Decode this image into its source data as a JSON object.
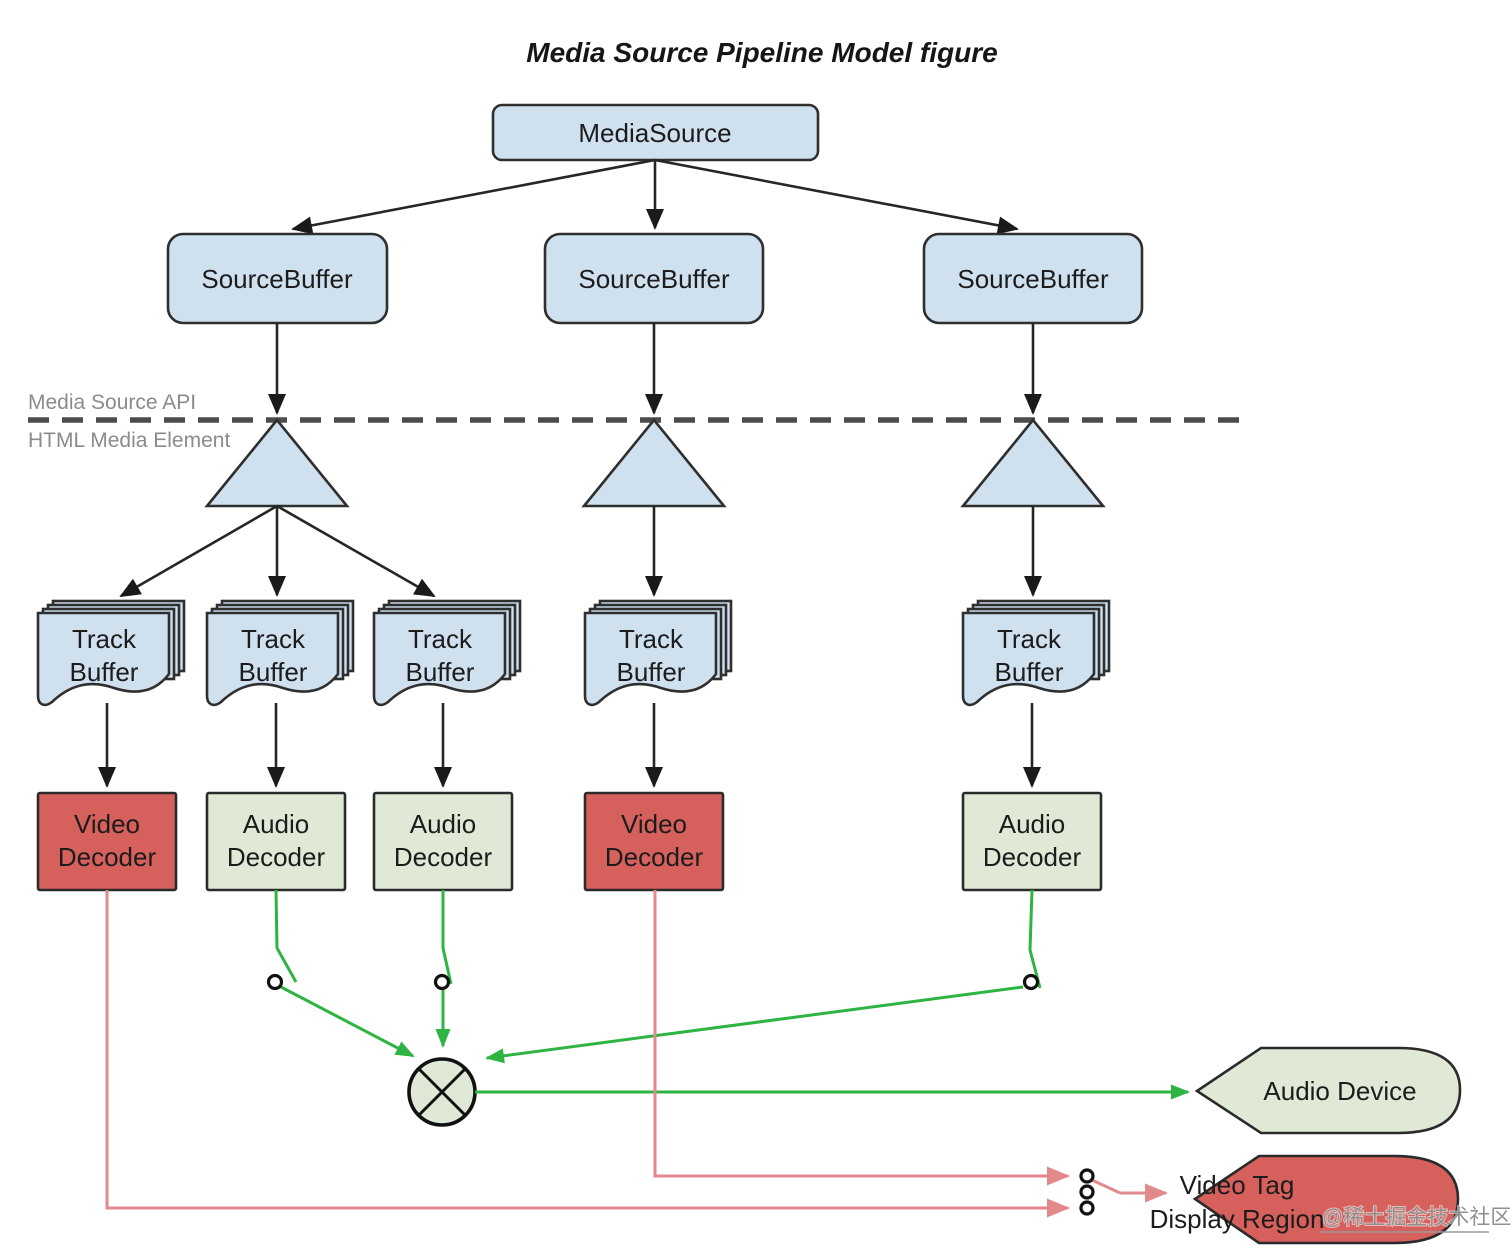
{
  "title": "Media Source Pipeline Model figure",
  "boundary": {
    "above_label": "Media Source API",
    "below_label": "HTML Media Element"
  },
  "nodes": {
    "media_source": "MediaSource",
    "source_buffer": "SourceBuffer",
    "track_buffer": {
      "line1": "Track",
      "line2": "Buffer"
    },
    "video_decoder": {
      "line1": "Video",
      "line2": "Decoder"
    },
    "audio_decoder": {
      "line1": "Audio",
      "line2": "Decoder"
    },
    "audio_device": "Audio Device",
    "video_tag": {
      "line1": "Video Tag",
      "line2": "Display Region"
    }
  },
  "watermark": "@稀土掘金技术社区",
  "colors": {
    "node_blue": "#cfe0ef",
    "decoder_red": "#d6605c",
    "decoder_green": "#dfe9d5",
    "line_black": "#262626",
    "line_green": "#2eb441",
    "line_red": "#e2898c",
    "label_gray": "#8b8b8b",
    "text_dark": "#1c1c1c"
  }
}
